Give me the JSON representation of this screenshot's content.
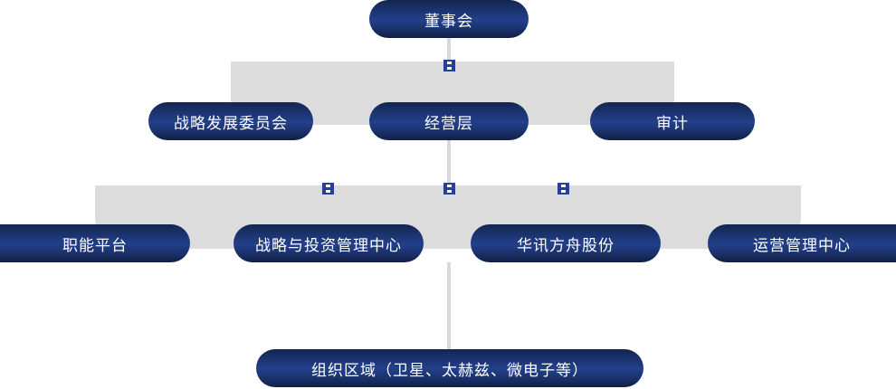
{
  "diagram": {
    "type": "organization-chart",
    "colors": {
      "node_fill_dark": "#13264f",
      "node_fill_mid": "#22408a",
      "node_text": "#ffffff",
      "band_gray": "#dcdcdc",
      "connector_line": "#d9d9d9",
      "junction_marker": "#24409a",
      "background": "#ffffff"
    },
    "levels": [
      {
        "level": 1,
        "nodes": [
          {
            "id": "board",
            "label": "董事会"
          }
        ]
      },
      {
        "level": 2,
        "nodes": [
          {
            "id": "strategy-committee",
            "label": "战略发展委员会"
          },
          {
            "id": "management-layer",
            "label": "经营层"
          },
          {
            "id": "audit",
            "label": "审计"
          }
        ]
      },
      {
        "level": 3,
        "nodes": [
          {
            "id": "functional-platform",
            "label": "职能平台"
          },
          {
            "id": "strategy-investment-center",
            "label": "战略与投资管理中心"
          },
          {
            "id": "huaxun-fangzhou",
            "label": "华讯方舟股份"
          },
          {
            "id": "operations-center",
            "label": "运营管理中心"
          }
        ]
      },
      {
        "level": 4,
        "nodes": [
          {
            "id": "organization-areas",
            "label": "组织区域（卫星、太赫兹、微电子等）"
          }
        ]
      }
    ]
  }
}
